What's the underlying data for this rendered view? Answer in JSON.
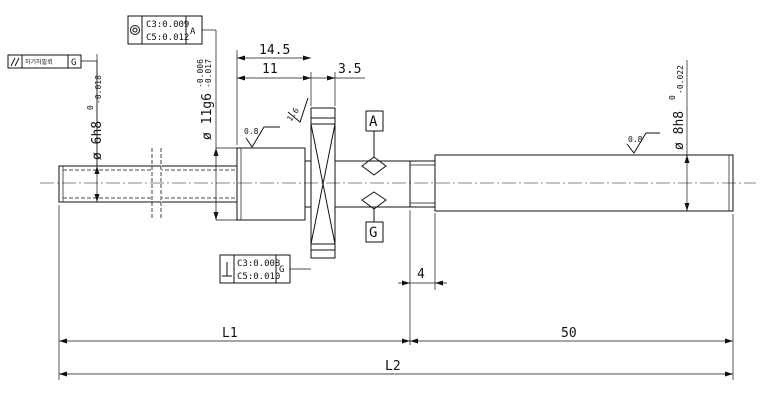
{
  "colors": {
    "line": "#111111",
    "background": "#ffffff"
  },
  "dimensions": {
    "d14_5": "14.5",
    "d11": "11",
    "d3_5": "3.5",
    "d4": "4",
    "d50": "50",
    "L1": "L1",
    "L2": "L2"
  },
  "diameters": {
    "thread": {
      "symbol": "ø",
      "text": "6h8",
      "upper": "0",
      "lower": "-0.018"
    },
    "bearing_seat": {
      "symbol": "ø",
      "text": "11g6",
      "upper": "-0.006",
      "lower": "-0.017"
    },
    "shaft_end": {
      "symbol": "ø",
      "text": "8h8",
      "upper": "0",
      "lower": "-0.022"
    }
  },
  "roughness": {
    "seat": "0.8",
    "flange": "1.6",
    "shaft_end": "0.8"
  },
  "tolerance_frames": {
    "coaxial": {
      "line1": "C3:0.009",
      "line2": "C5:0.012",
      "datum": "A"
    },
    "runout": {
      "label": "허기허필뢰",
      "datum": "G"
    },
    "perpendicular": {
      "line1": "C3:0.008",
      "line2": "C5:0.010",
      "datum": "G"
    }
  },
  "datums": {
    "top": "A",
    "bottom": "G"
  }
}
